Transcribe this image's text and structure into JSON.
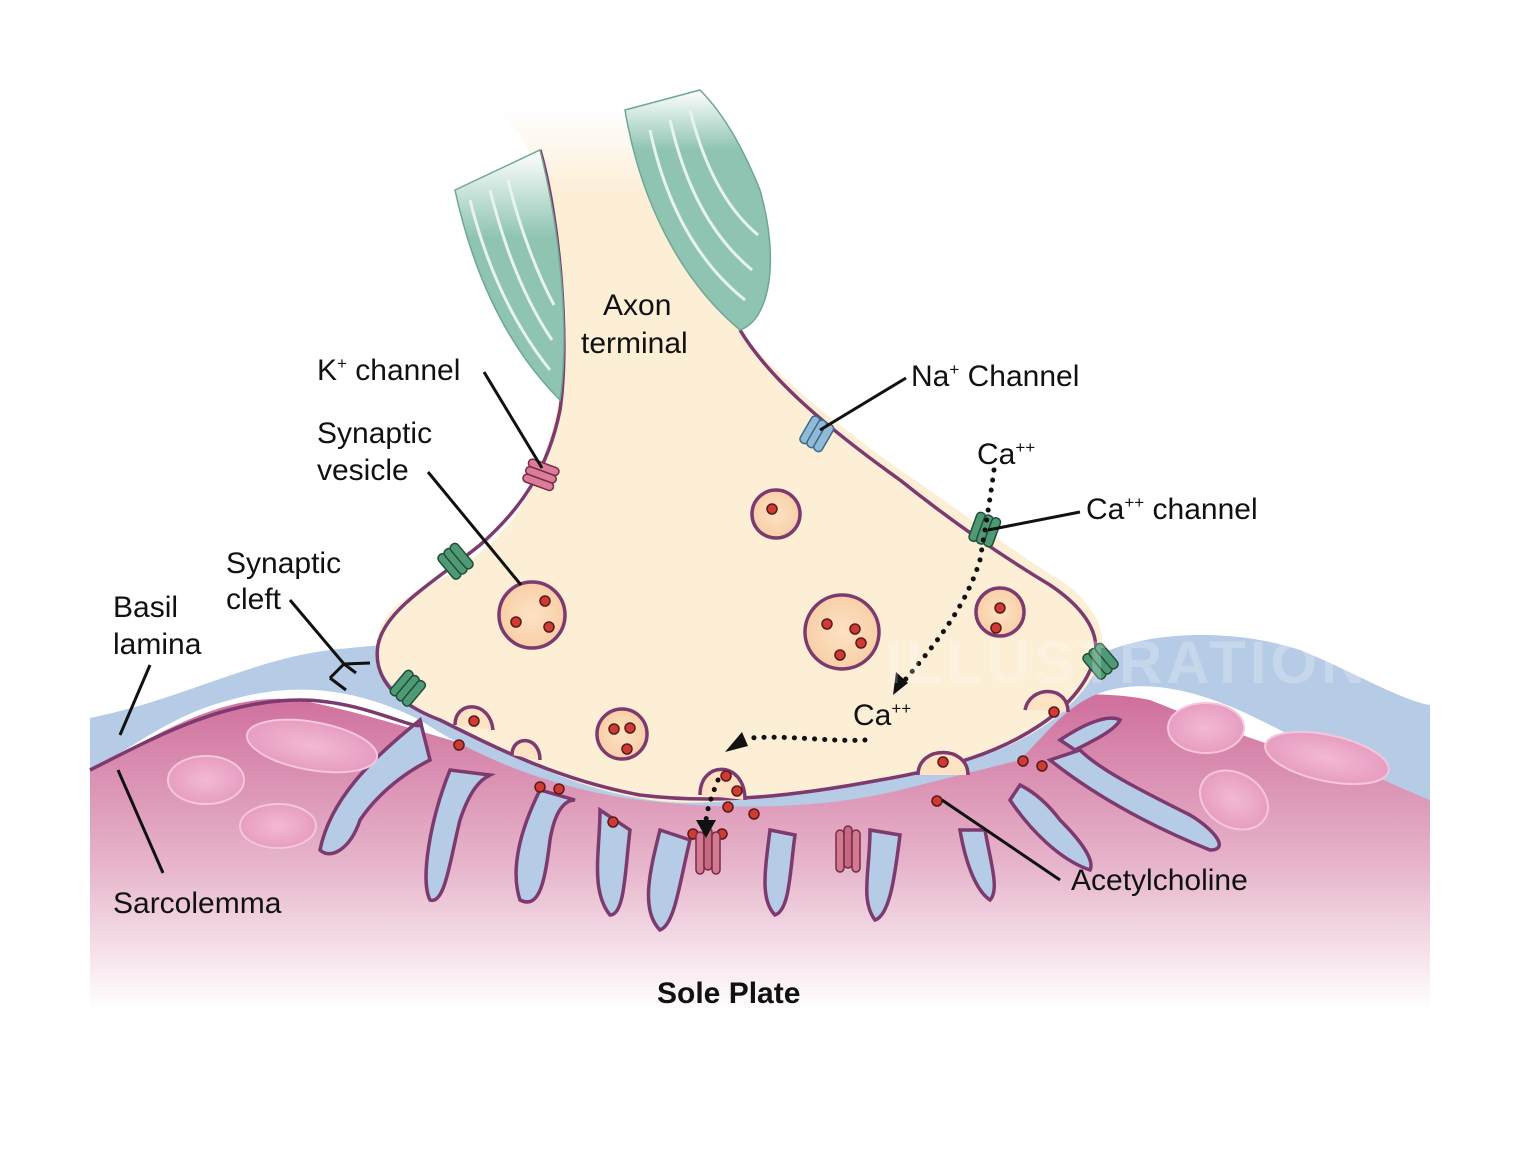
{
  "title": "Sole Plate",
  "labels": {
    "axon_terminal_line1": "Axon",
    "axon_terminal_line2": "terminal",
    "k_channel_base": "K",
    "k_channel_sup": "+",
    "k_channel_rest": " channel",
    "synaptic_vesicle_line1": "Synaptic",
    "synaptic_vesicle_line2": "vesicle",
    "synaptic_cleft_line1": "Synaptic",
    "synaptic_cleft_line2": "cleft",
    "basil_lamina_line1": "Basil",
    "basil_lamina_line2": "lamina",
    "sarcolemma": "Sarcolemma",
    "na_channel_base": "Na",
    "na_channel_sup": "+",
    "na_channel_rest": " Channel",
    "ca_top_base": "Ca",
    "ca_top_sup": "++",
    "ca_channel_base": "Ca",
    "ca_channel_sup": "++",
    "ca_channel_rest": " channel",
    "ca_inner_base": "Ca",
    "ca_inner_sup": "++",
    "acetylcholine": "Acetylcholine"
  },
  "watermark": "ILLUSTRATIONX",
  "colors": {
    "axon_fill": "#fdeed6",
    "myelin": "#8fc4b2",
    "membrane": "#7d3a6e",
    "cleft": "#b6cbe6",
    "muscle": "#d67ea6",
    "acetylcholine": "#cf3a33",
    "na_channel": "#8fbad8",
    "k_channel": "#d97d98",
    "ca_channel": "#4f9a74",
    "ach_receptor": "#d27a90"
  }
}
